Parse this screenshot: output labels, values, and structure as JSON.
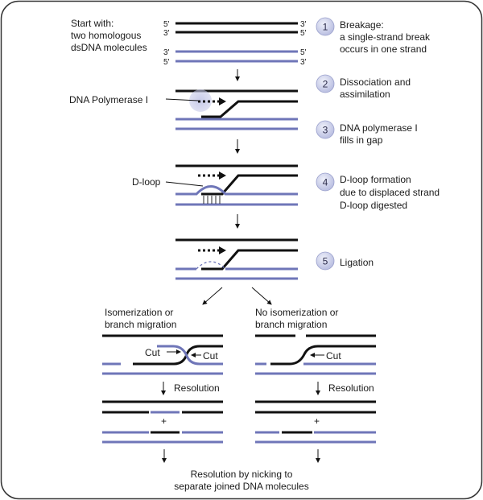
{
  "start": {
    "line1": "Start with:",
    "line2": "two homologous",
    "line3": "dsDNA molecules"
  },
  "ends": {
    "five": "5'",
    "three": "3'"
  },
  "steps": [
    {
      "num": "1",
      "lines": [
        "Breakage:",
        "a  single-strand break",
        "occurs in one strand"
      ]
    },
    {
      "num": "2",
      "lines": [
        "Dissociation and",
        "assimilation"
      ]
    },
    {
      "num": "3",
      "lines": [
        "DNA polymerase I",
        "fills in gap"
      ]
    },
    {
      "num": "4",
      "lines": [
        "D-loop formation",
        "due to displaced strand",
        "D-loop digested"
      ]
    },
    {
      "num": "5",
      "lines": [
        "Ligation"
      ]
    }
  ],
  "labels": {
    "polymerase": "DNA Polymerase I",
    "dloop": "D-loop",
    "branch_left": [
      "Isomerization or",
      "branch migration"
    ],
    "branch_right": [
      "No isomerization or",
      "branch migration"
    ],
    "cut": "Cut",
    "resolution": "Resolution",
    "plus": "+",
    "final": [
      "Resolution by nicking to",
      "separate joined DNA molecules"
    ]
  },
  "colors": {
    "strand_dark": "#111111",
    "strand_blue": "#6f76b8",
    "circle_fill": "#c5c8e3",
    "border": "#333333"
  }
}
